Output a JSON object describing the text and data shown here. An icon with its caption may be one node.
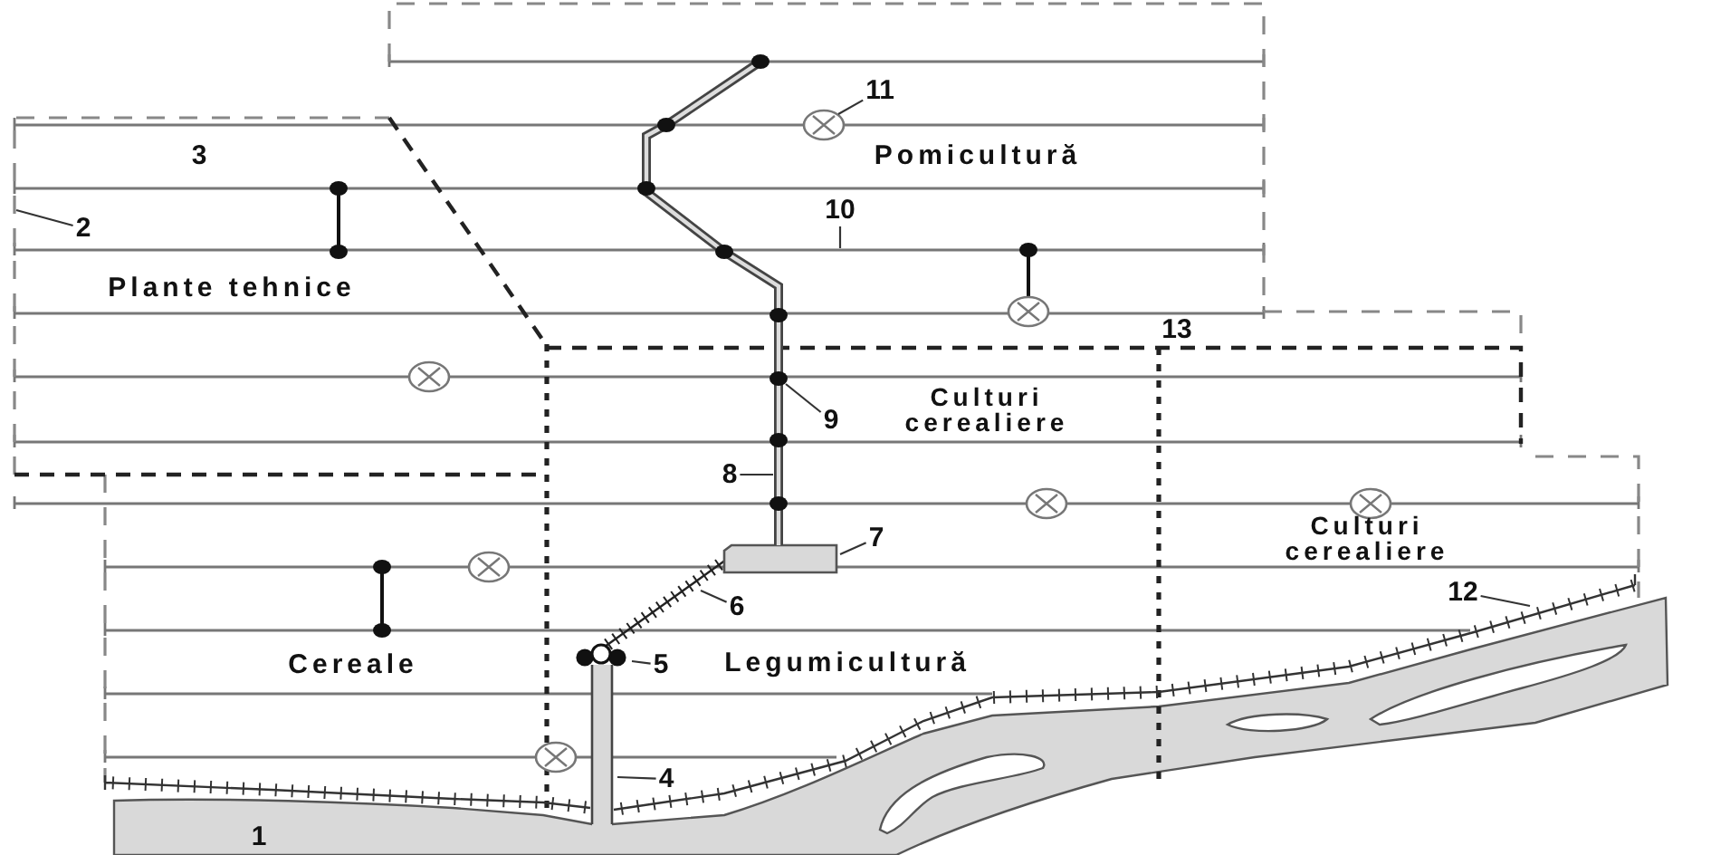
{
  "diagram": {
    "nodes": [
      {
        "text": [
          "11"
        ]
      },
      {
        "text": [
          "10"
        ]
      },
      {
        "text": [
          "2"
        ]
      },
      {
        "text": [
          "9"
        ]
      },
      {
        "text": [
          "8"
        ]
      },
      {
        "text": [
          "7"
        ]
      },
      {
        "text": [
          "12"
        ]
      },
      {
        "text": [
          "6"
        ]
      },
      {
        "text": [
          "5"
        ]
      },
      {
        "text": [
          "4"
        ]
      }
    ],
    "edges": [
      {
        "from": 0,
        "to": null,
        "arrow": "none"
      },
      {
        "from": 1,
        "to": null,
        "arrow": "none"
      },
      {
        "from": 2,
        "to": null,
        "arrow": "none"
      },
      {
        "from": 3,
        "to": null,
        "arrow": "none"
      },
      {
        "from": 4,
        "to": null,
        "arrow": "none"
      },
      {
        "from": 5,
        "to": null,
        "arrow": "none"
      },
      {
        "from": 6,
        "to": null,
        "arrow": "none"
      },
      {
        "from": 7,
        "to": null,
        "arrow": "none"
      },
      {
        "from": 8,
        "to": null,
        "arrow": "none"
      },
      {
        "from": 9,
        "to": null,
        "arrow": "none"
      }
    ],
    "labels": [
      "3",
      "Pomicultură",
      "Plante tehnice",
      "13",
      "Culturi cerealiere",
      "Culturi cerealiere",
      "Cereale",
      "Legumicultură",
      "1"
    ]
  }
}
